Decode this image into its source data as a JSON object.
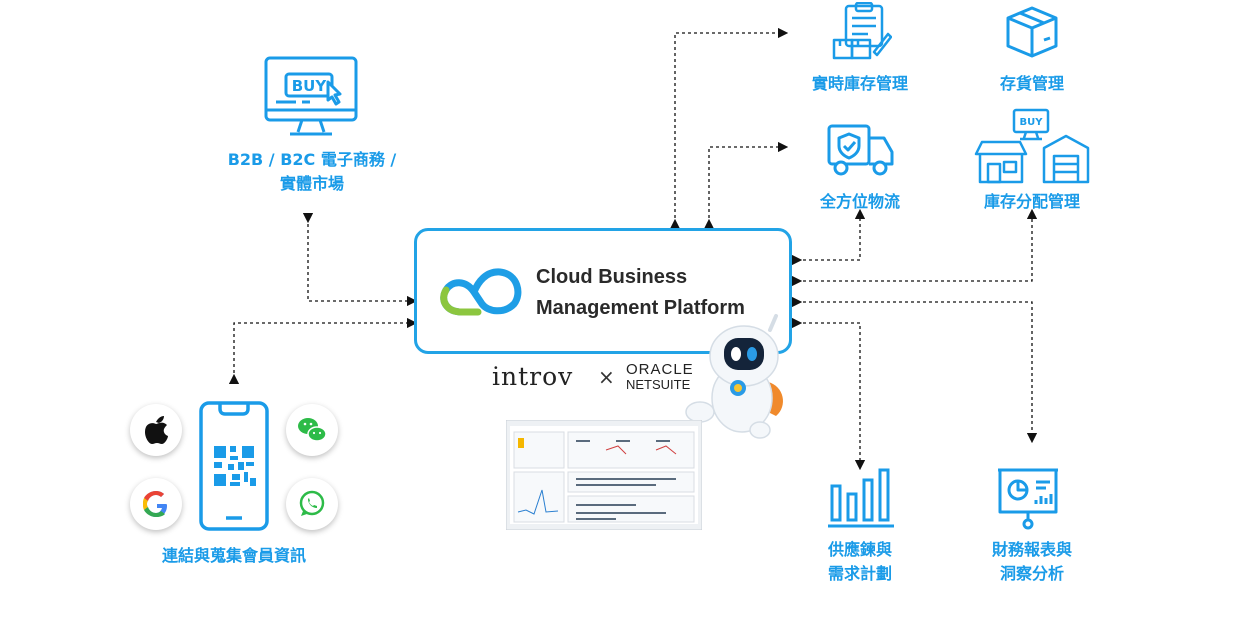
{
  "platform": {
    "title_line1": "Cloud Business",
    "title_line2": "Management Platform"
  },
  "brands": {
    "introv": "introv",
    "times": "×",
    "oracle": "ORACLE",
    "netsuite": "NETSUITE"
  },
  "nodes": {
    "ecommerce": {
      "line1": "B2B / B2C 電子商務 /",
      "line2": "實體市場",
      "icon": "buy-monitor-icon"
    },
    "realtime_inventory": {
      "label": "實時庫存管理",
      "icon": "clipboard-boxes-icon"
    },
    "stock": {
      "label": "存貨管理",
      "icon": "box-icon"
    },
    "logistics": {
      "label": "全方位物流",
      "icon": "delivery-truck-icon"
    },
    "allocation": {
      "label": "庫存分配管理",
      "icon": "store-warehouse-icon"
    },
    "membership": {
      "label": "連結與蒐集會員資訊",
      "icon": "phone-qr-icon"
    },
    "supply_chain": {
      "line1": "供應鍊與",
      "line2": "需求計劃",
      "icon": "bar-chart-icon"
    },
    "finance": {
      "line1": "財務報表與",
      "line2": "洞察分析",
      "icon": "presentation-board-icon"
    }
  },
  "apps": [
    "apple-icon",
    "wechat-icon",
    "google-icon",
    "whatsapp-icon"
  ],
  "colors": {
    "accent": "#1a9be8",
    "box_border": "#22a3e6",
    "logo_blue": "#1e9ee6",
    "logo_green": "#8cc63f"
  }
}
